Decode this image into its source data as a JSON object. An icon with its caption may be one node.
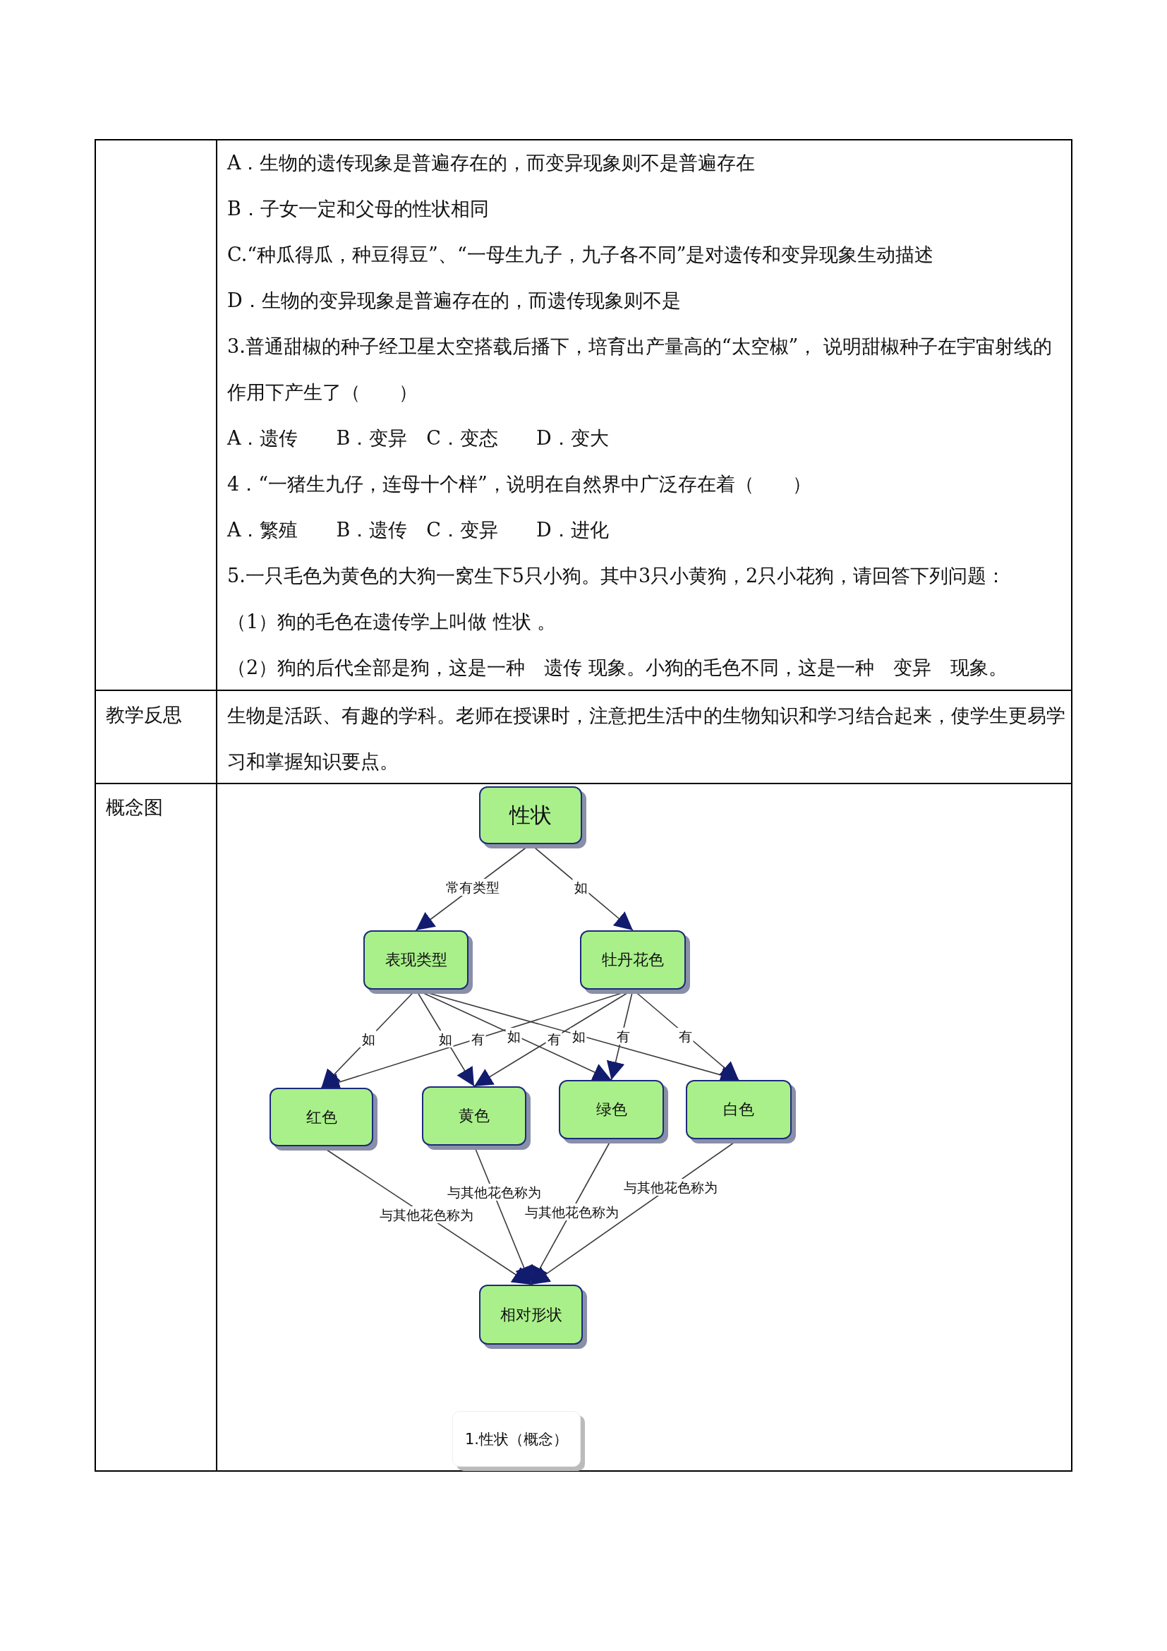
{
  "diagram": {
    "nodes": [
      {
        "text": [
          "性状"
        ]
      },
      {
        "text": [
          "表现类型"
        ]
      },
      {
        "text": [
          "牡丹花色"
        ]
      },
      {
        "text": [
          "红色"
        ]
      },
      {
        "text": [
          "黄色"
        ]
      },
      {
        "text": [
          "绿色"
        ]
      },
      {
        "text": [
          "白色"
        ]
      },
      {
        "text": [
          "相对形状"
        ]
      },
      {
        "text": [
          "1.性状（概念）"
        ]
      }
    ],
    "edges": [
      {
        "from": 0,
        "to": 1,
        "arrow": "to",
        "label": "常有类型"
      },
      {
        "from": 0,
        "to": 2,
        "arrow": "to",
        "label": "如"
      },
      {
        "from": 1,
        "to": 3,
        "arrow": "to",
        "label": "如"
      },
      {
        "from": 1,
        "to": 4,
        "arrow": "to",
        "label": "如"
      },
      {
        "from": 2,
        "to": 3,
        "arrow": "to",
        "label": "有"
      },
      {
        "from": 1,
        "to": 5,
        "arrow": "to",
        "label": "如"
      },
      {
        "from": 2,
        "to": 4,
        "arrow": "to",
        "label": "有"
      },
      {
        "from": 1,
        "to": 6,
        "arrow": "to",
        "label": "如"
      },
      {
        "from": 2,
        "to": 5,
        "arrow": "to",
        "label": "有"
      },
      {
        "from": 2,
        "to": 6,
        "arrow": "to",
        "label": "有"
      },
      {
        "from": 3,
        "to": 7,
        "arrow": "to",
        "label": "与其他花色称为"
      },
      {
        "from": 4,
        "to": 7,
        "arrow": "to",
        "label": "与其他花色称为"
      },
      {
        "from": 5,
        "to": 7,
        "arrow": "to",
        "label": "与其他花色称为"
      },
      {
        "from": 6,
        "to": 7,
        "arrow": "to",
        "label": "与其他花色称为"
      }
    ],
    "labels": [
      "A．生物的遗传现象是普遍存在的，而变异现象则不是普遍存在",
      "B．子女一定和父母的性状相同",
      "C.“种瓜得瓜，种豆得豆”、“一母生九子，九子各不同”是对遗传和变异现象生动描述",
      "D．生物的变异现象是普遍存在的，而遗传现象则不是",
      "3.普通甜椒的种子经卫星太空搭载后播下，培育出产量高的“太空椒”， 说明甜椒种子在宇宙射线的作用下产生了（　　）",
      "A．遗传　　B．变异　C．变态　　D．变大",
      "4．“一猪生九仔，连母十个样”，说明在自然界中广泛存在着（　　）",
      "A．繁殖　　B．遗传　C．变异　　D．进化",
      "5.一只毛色为黄色的大狗一窝生下5只小狗。其中3只小黄狗，2只小花狗，请回答下列问题：",
      "（1）狗的毛色在遗传学上叫做 性状 。",
      "（2）狗的后代全部是狗，这是一种　遗传 现象。小狗的毛色不同，这是一种　变异　现象。",
      "教学反思",
      "生物是活跃、有趣的学科。老师在授课时，注意把生活中的生物知识和学习结合起来，使学生更易学习和掌握知识要点。",
      "概念图"
    ]
  }
}
